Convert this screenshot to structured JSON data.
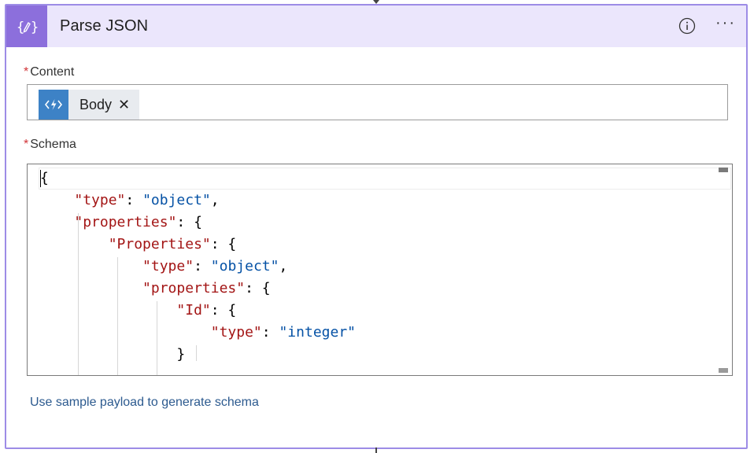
{
  "action": {
    "title": "Parse JSON",
    "more_label": "···"
  },
  "content_field": {
    "required_marker": "*",
    "label": "Content",
    "token": {
      "label": "Body",
      "remove_glyph": "✕"
    }
  },
  "schema_field": {
    "required_marker": "*",
    "label": "Schema",
    "lines": [
      "{",
      "    \"type\": \"object\",",
      "    \"properties\": {",
      "        \"Properties\": {",
      "            \"type\": \"object\",",
      "            \"properties\": {",
      "                \"Id\": {",
      "                    \"type\": \"integer\"",
      "                }"
    ]
  },
  "sample_payload_link": "Use sample payload to generate schema",
  "colors": {
    "card_border": "#9d8ce6",
    "header_bg": "#ebe6fc",
    "header_icon_bg": "#8c6fdc",
    "token_icon_bg": "#3d82c6",
    "required": "#d13438",
    "json_key": "#a31515",
    "json_string": "#0451a5",
    "link": "#2c5a8f"
  },
  "icons": {
    "header": "braces-icon",
    "info": "info-icon",
    "token": "dynamic-content-icon"
  }
}
